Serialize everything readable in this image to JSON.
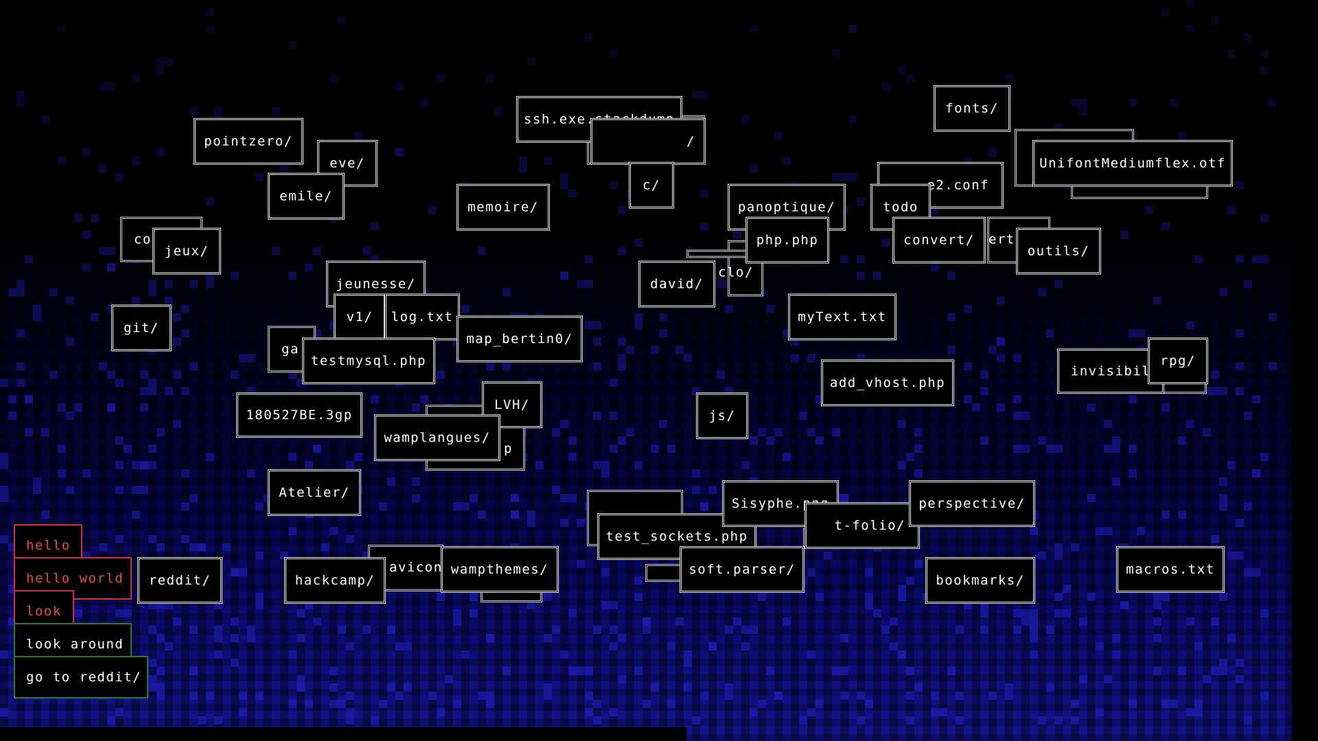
{
  "nodes": [
    {
      "id": "pointzero",
      "label": "pointzero/"
    },
    {
      "id": "eve",
      "label": "eve/"
    },
    {
      "id": "emile",
      "label": "emile/"
    },
    {
      "id": "co",
      "label": "co"
    },
    {
      "id": "jeux",
      "label": "jeux/"
    },
    {
      "id": "git",
      "label": "git/"
    },
    {
      "id": "jeunesse",
      "label": "jeunesse/"
    },
    {
      "id": "v1",
      "label": "v1/"
    },
    {
      "id": "logtxt",
      "label": "log.txt"
    },
    {
      "id": "ga",
      "label": "ga"
    },
    {
      "id": "testmysql",
      "label": "testmysql.php"
    },
    {
      "id": "map_bertin",
      "label": "map_bertin0/"
    },
    {
      "id": "memoire",
      "label": "memoire/"
    },
    {
      "id": "ssh",
      "label": "ssh.exe.stackdump"
    },
    {
      "id": "slash",
      "label": "/"
    },
    {
      "id": "c",
      "label": "c/"
    },
    {
      "id": "file3gp",
      "label": "180527BE.3gp"
    },
    {
      "id": "lvh",
      "label": "LVH/"
    },
    {
      "id": "wamplangues",
      "label": "wamplangues/"
    },
    {
      "id": "p",
      "label": "p"
    },
    {
      "id": "atelier",
      "label": "Atelier/"
    },
    {
      "id": "panoptique",
      "label": "panoptique/"
    },
    {
      "id": "phpphp",
      "label": "php.php"
    },
    {
      "id": "david",
      "label": "david/"
    },
    {
      "id": "clo",
      "label": "clo/"
    },
    {
      "id": "mytext",
      "label": "myText.txt"
    },
    {
      "id": "addvhost",
      "label": "add_vhost.php"
    },
    {
      "id": "js",
      "label": "js/"
    },
    {
      "id": "fonts",
      "label": "fonts/"
    },
    {
      "id": "unifont",
      "label": "UnifontMediumflex.otf"
    },
    {
      "id": "e2conf",
      "label": "e2.conf"
    },
    {
      "id": "todo",
      "label": "todo"
    },
    {
      "id": "convert",
      "label": "convert/"
    },
    {
      "id": "ert",
      "label": "ert"
    },
    {
      "id": "outils",
      "label": "outils/"
    },
    {
      "id": "invisibil",
      "label": "invisibil"
    },
    {
      "id": "rpg",
      "label": "rpg/"
    },
    {
      "id": "reddit",
      "label": "reddit/"
    },
    {
      "id": "hackcamp",
      "label": "hackcamp/"
    },
    {
      "id": "avicon",
      "label": "avicon"
    },
    {
      "id": "wampthemes",
      "label": "wampthemes/"
    },
    {
      "id": "testsockets",
      "label": "test_sockets.php"
    },
    {
      "id": "softparser",
      "label": "soft.parser/"
    },
    {
      "id": "sisyphe",
      "label": "Sisyphe.png"
    },
    {
      "id": "tfolio",
      "label": "t-folio/"
    },
    {
      "id": "perspective",
      "label": "perspective/"
    },
    {
      "id": "bookmarks",
      "label": "bookmarks/"
    },
    {
      "id": "macros",
      "label": "macros.txt"
    }
  ],
  "commands": [
    {
      "label": "hello",
      "color": "#c83a2e"
    },
    {
      "label": "hello world",
      "color": "#c83a2e"
    },
    {
      "label": "look",
      "color": "#c83a2e"
    },
    {
      "label": "look around",
      "color": "#2f7d2a"
    },
    {
      "label": "go to reddit/",
      "color": "#2f7d2a"
    }
  ],
  "colors": {
    "background_top": "#000000",
    "background_bottom": "#14148e",
    "node_border": "#eaeaea",
    "text": "#ffffff"
  }
}
